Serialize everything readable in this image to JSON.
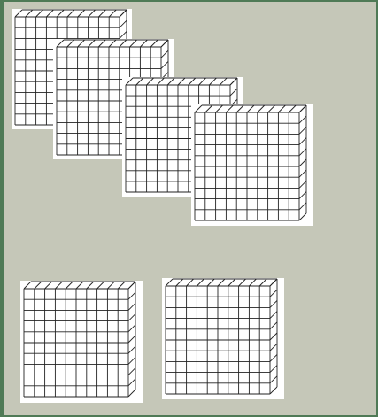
{
  "workspace": {
    "background_color": "#c5c7b8",
    "border_color": "#4f7a56"
  },
  "block_style": {
    "line_color": "#222222",
    "card_color": "#ffffff"
  },
  "hundred_flats": [
    {
      "name": "hundred-flat-1",
      "rows": 10,
      "columns": 10
    },
    {
      "name": "hundred-flat-2",
      "rows": 10,
      "columns": 10
    },
    {
      "name": "hundred-flat-3",
      "rows": 10,
      "columns": 10
    },
    {
      "name": "hundred-flat-4",
      "rows": 10,
      "columns": 10
    },
    {
      "name": "hundred-flat-5",
      "rows": 10,
      "columns": 10
    },
    {
      "name": "hundred-flat-6",
      "rows": 10,
      "columns": 10
    }
  ]
}
